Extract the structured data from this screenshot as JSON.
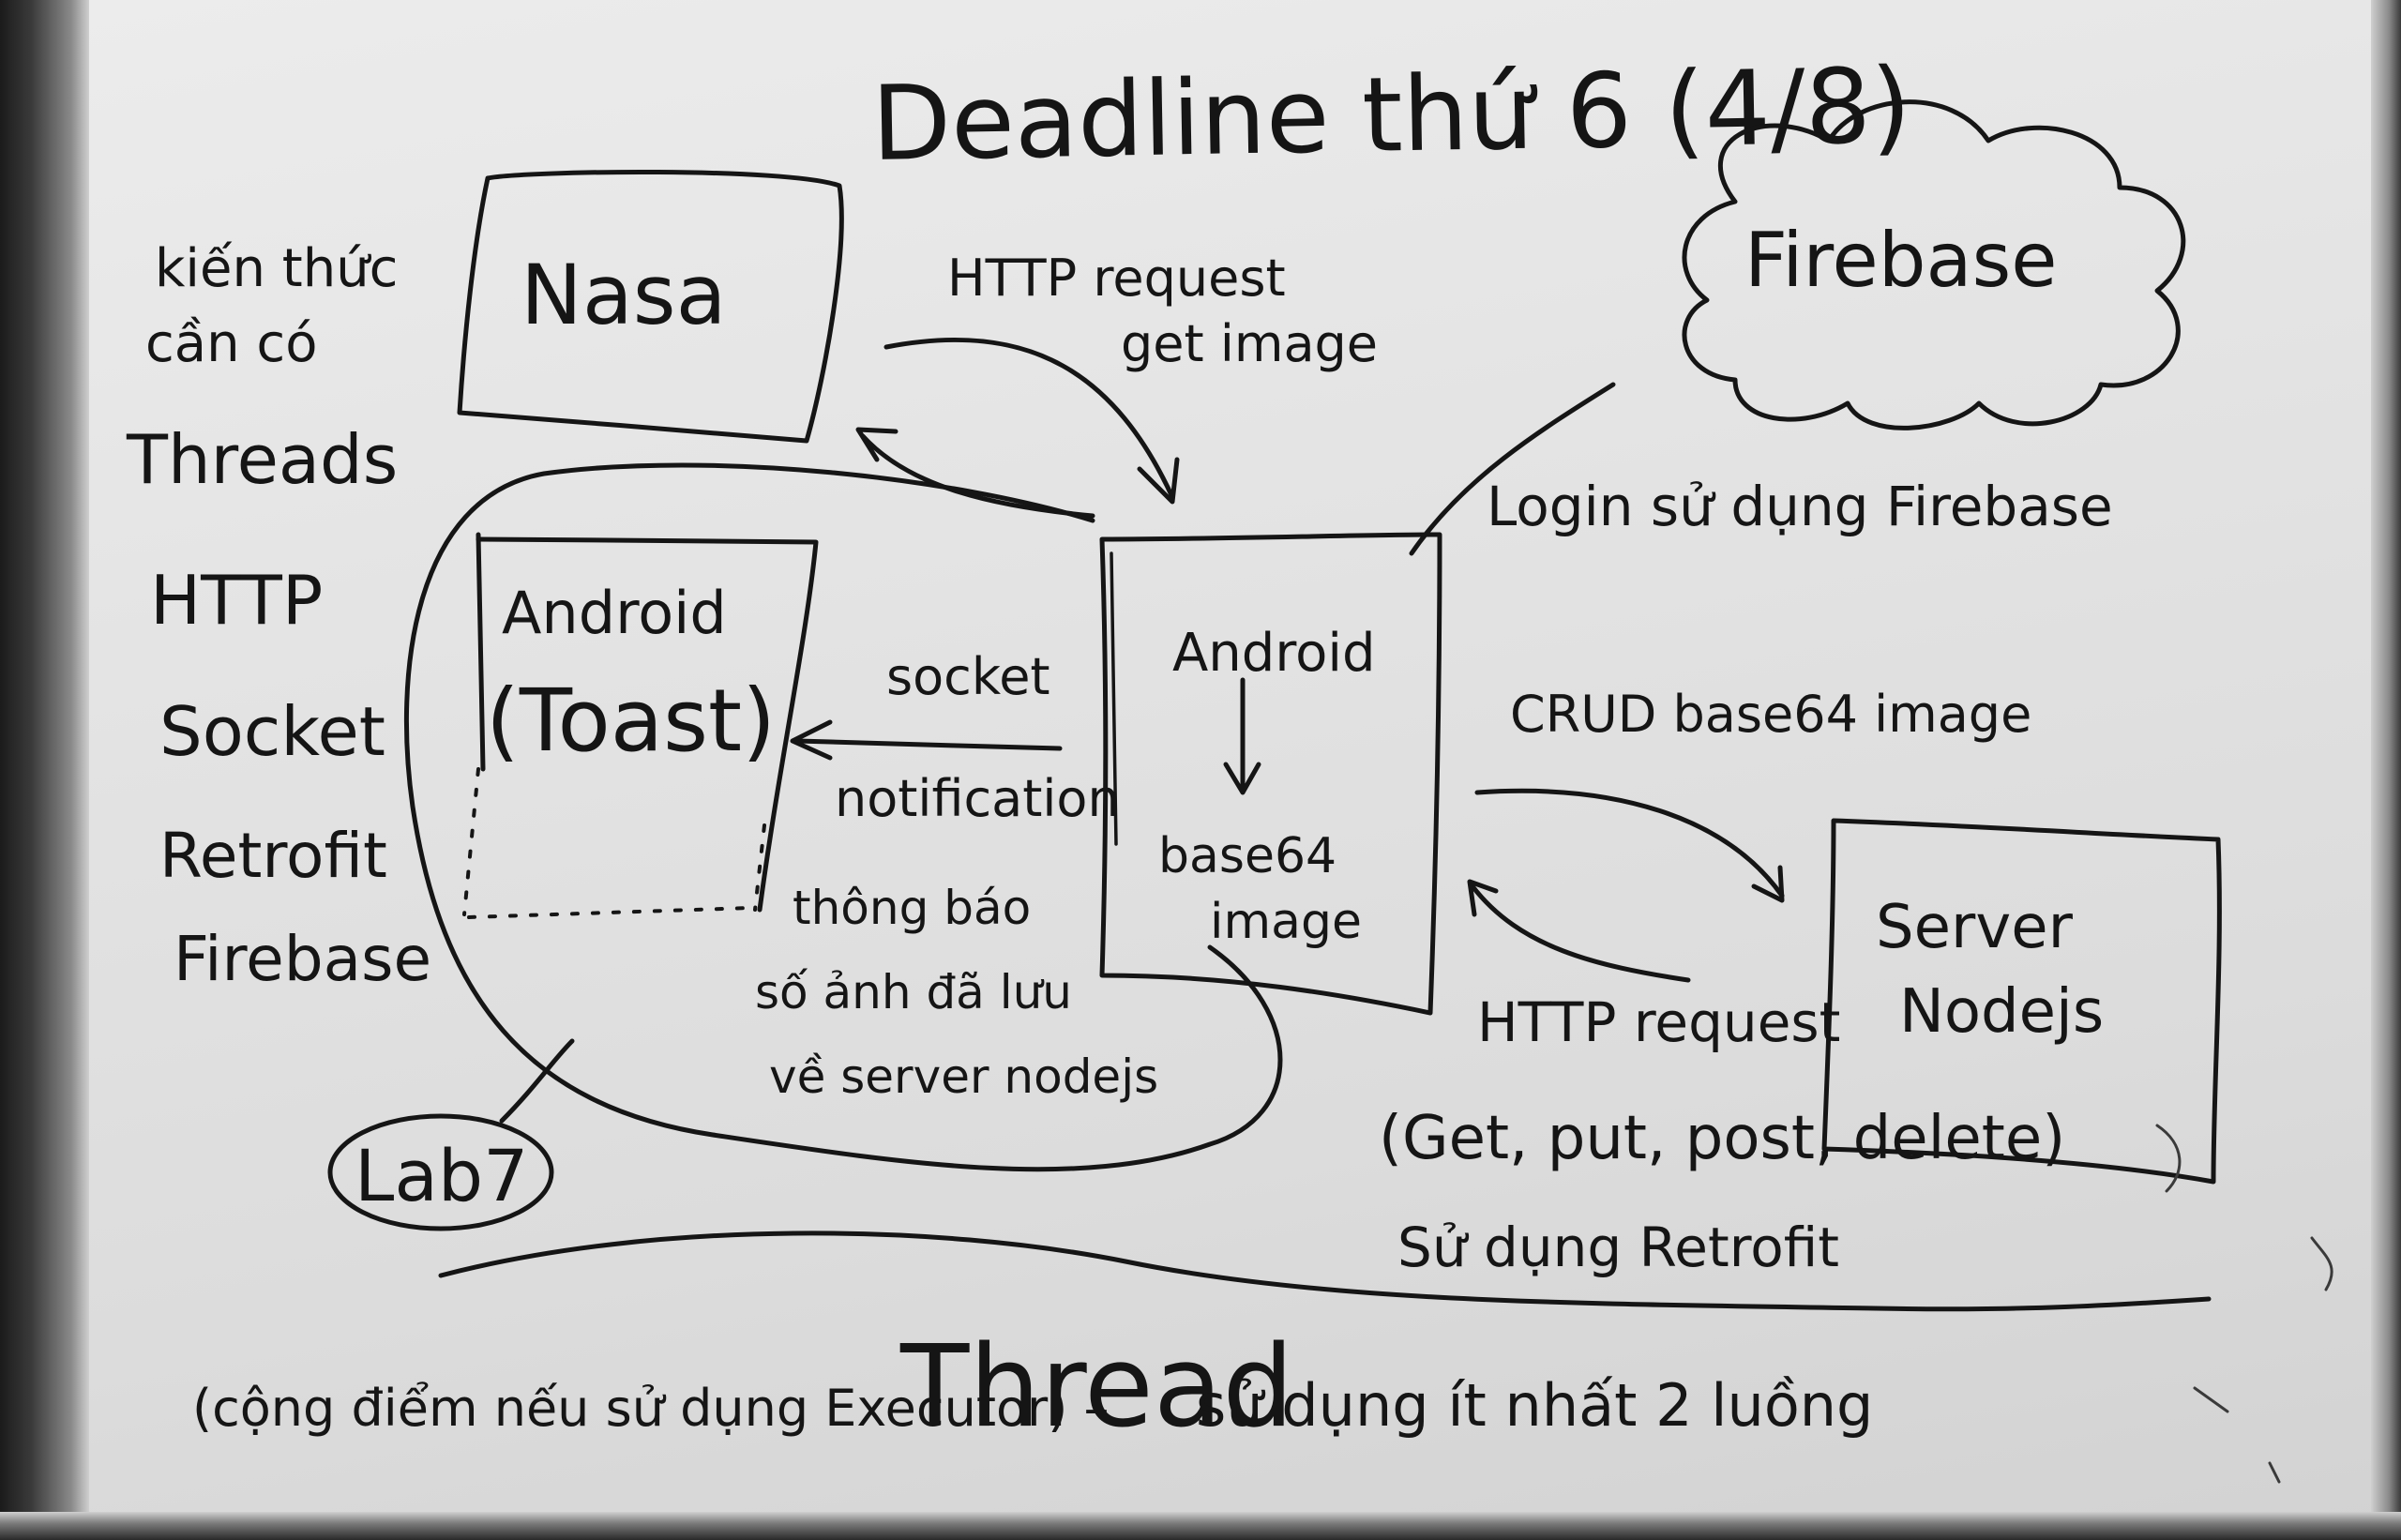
{
  "title": "Deadline thứ 6 (4/8)",
  "left_list": {
    "heading_line1": "kiến thức",
    "heading_line2": "cần có",
    "items": [
      "Threads",
      "HTTP",
      "Socket",
      "Retrofit",
      "Firebase"
    ]
  },
  "nasa_box": "Nasa",
  "nasa_arrow_label_line1": "HTTP request",
  "nasa_arrow_label_line2": "get image",
  "firebase_cloud": "Firebase",
  "firebase_label": "Login sử dụng Firebase",
  "android_left_line1": "Android",
  "android_left_line2": "(Toast)",
  "socket_label": "socket",
  "notification_label": "notification",
  "notify_text": [
    "thông báo",
    "số ảnh đã lưu",
    "về server nodejs"
  ],
  "android_center_line1": "Android",
  "android_center_line2": "base64",
  "android_center_line3": "image",
  "crud_label": "CRUD base64 image",
  "server_box_line1": "Server",
  "server_box_line2": "Nodejs",
  "server_arrow_label_line1": "HTTP request",
  "server_arrow_label_line2": "(Get, put, post, delete)",
  "server_arrow_label_line3": "Sử dụng Retrofit",
  "lab_label": "Lab7",
  "bottom_note_left": "(cộng điểm nếu sử dụng Executor) –",
  "bottom_note_thread": "Thread",
  "bottom_note_right": "sử dụng ít nhất 2 luồng",
  "colors": {
    "ink": "#151515",
    "board": "#e4e4e4",
    "frame": "#2a2a2a"
  }
}
